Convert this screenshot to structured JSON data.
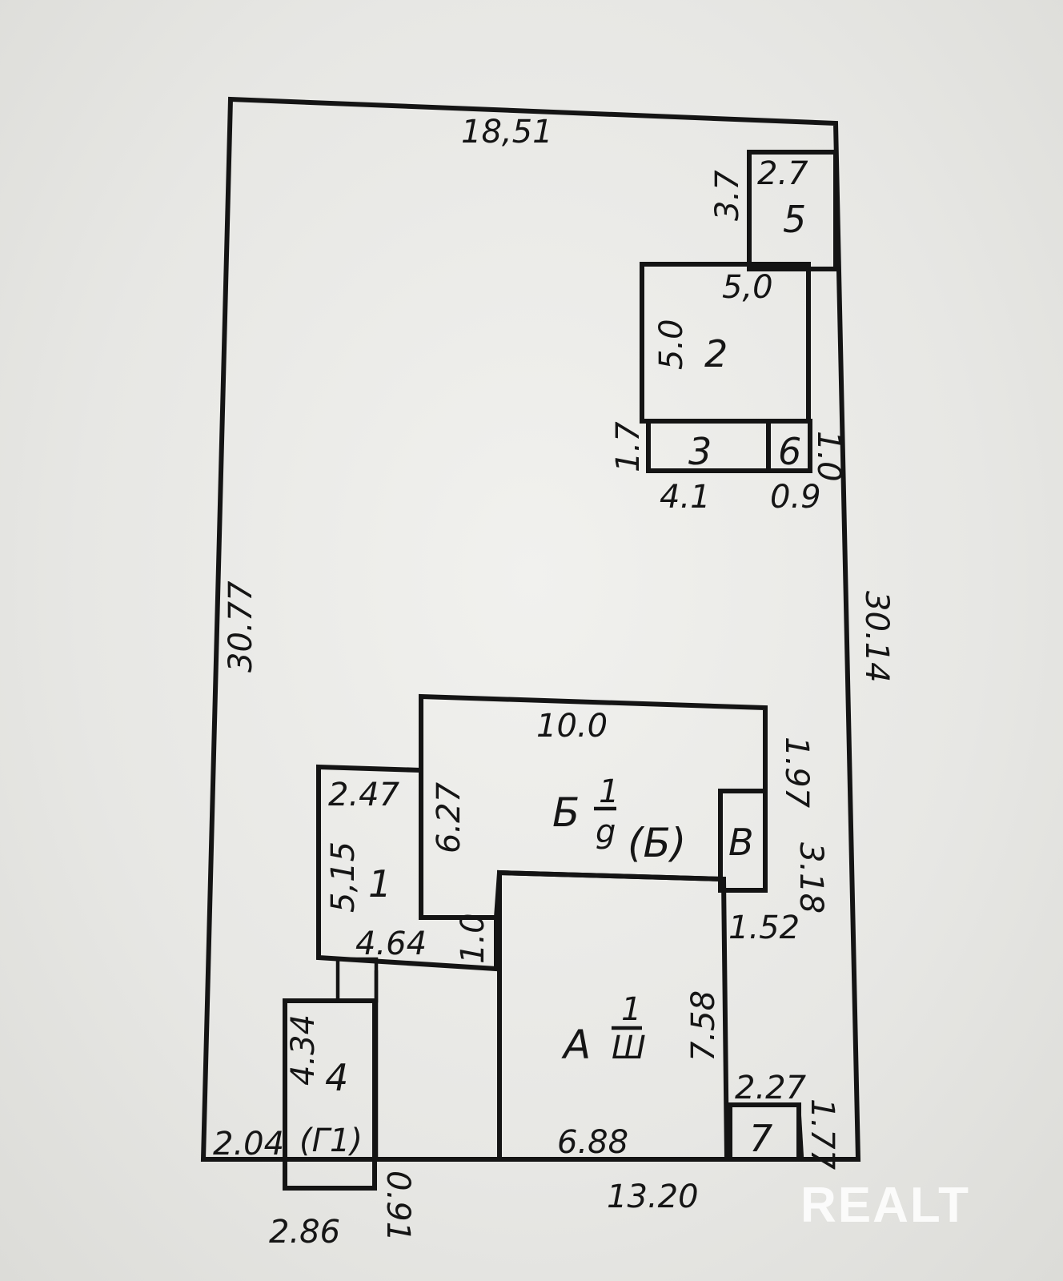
{
  "plot": {
    "top": "18,51",
    "left": "30.77",
    "right": "30.14",
    "bottom": "13.20"
  },
  "building_5": {
    "number": "5",
    "width": "2.7",
    "height": "3.7"
  },
  "building_2": {
    "number": "2",
    "width": "5,0",
    "height": "5.0"
  },
  "building_3": {
    "number": "3",
    "width": "4.1",
    "height": "1.7"
  },
  "building_6": {
    "number": "6",
    "width": "0.9",
    "height": "1.0"
  },
  "main_house": {
    "letter": "Б",
    "fraction_top": "1",
    "fraction_bottom": "g",
    "alt": "(Б)",
    "top": "10.0",
    "height": "6.27",
    "right": "1.97",
    "side": "3.18",
    "step_width": "1.52",
    "step_height": "1.0"
  },
  "annex_A": {
    "letter": "А",
    "fraction_top": "1",
    "fraction_bottom": "Ш",
    "height": "7.58",
    "bottom": "6.88"
  },
  "porch_B": {
    "letter": "В"
  },
  "annex_1": {
    "number": "1",
    "width": "2.47",
    "height": "5,15",
    "bottom": "4.64"
  },
  "shed_4": {
    "number": "4",
    "sub": "(Г1)",
    "height": "4.34",
    "width": "2.86",
    "offset": "2.04",
    "overhang": "0.91"
  },
  "shed_7": {
    "number": "7",
    "width": "2.27",
    "height": "1.77"
  },
  "watermark": "REALT"
}
